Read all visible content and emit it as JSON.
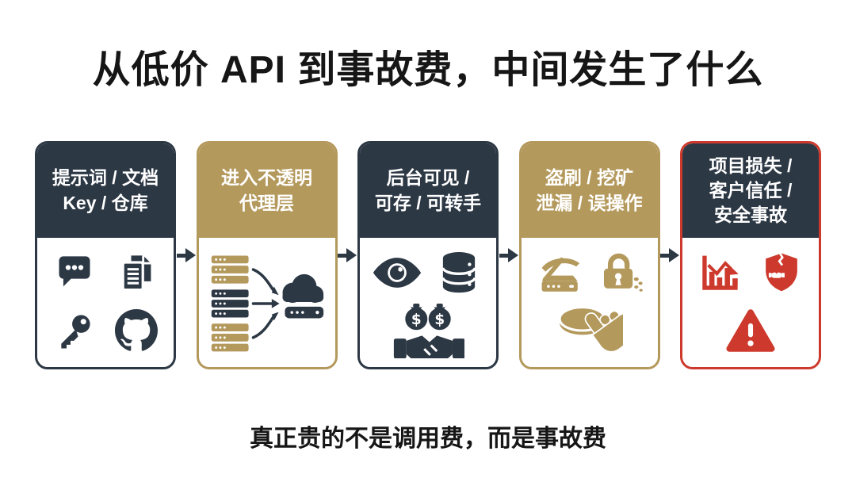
{
  "page": {
    "title": "从低价 API 到事故费，中间发生了什么",
    "footer": "真正贵的不是调用费，而是事故费"
  },
  "colors": {
    "dark": "#2d3845",
    "gold": "#b4995c",
    "danger": "#cd3a2d",
    "ink": "#161616",
    "bg": "#ffffff"
  },
  "flow": {
    "connector_icon": "arrow-right-icon",
    "cards": [
      {
        "id": "assets",
        "theme": "dark",
        "title_lines": [
          "提示词 / 文档",
          "Key / 仓库"
        ],
        "icons": [
          "chat-bubble-icon",
          "documents-icon",
          "key-icon",
          "github-icon"
        ]
      },
      {
        "id": "proxy",
        "theme": "gold",
        "title_lines": [
          "进入不透明",
          "代理层"
        ],
        "icons": [
          "servers-to-cloud-icon"
        ]
      },
      {
        "id": "backend",
        "theme": "dark",
        "title_lines": [
          "后台可见 /",
          "可存 / 可转手"
        ],
        "icons": [
          "eye-icon",
          "database-icon",
          "money-handshake-icon"
        ]
      },
      {
        "id": "abuse",
        "theme": "gold",
        "title_lines": [
          "盗刷 / 挖矿",
          "泄漏 / 误操作"
        ],
        "icons": [
          "mining-pickaxe-icon",
          "leaking-lock-icon",
          "coin-tap-icon"
        ]
      },
      {
        "id": "damage",
        "theme": "danger",
        "title_lines": [
          "项目损失 /",
          "客户信任 /",
          "安全事故"
        ],
        "icons": [
          "declining-chart-icon",
          "broken-trust-shield-icon",
          "warning-triangle-icon"
        ]
      }
    ]
  }
}
